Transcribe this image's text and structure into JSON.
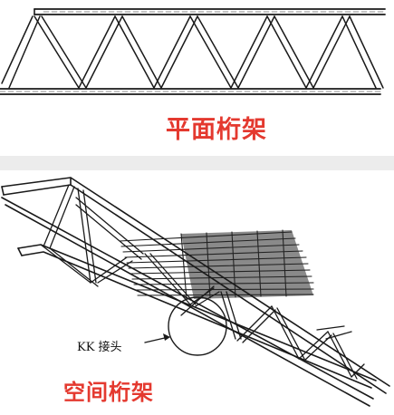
{
  "figures": [
    {
      "caption": "平面桁架"
    },
    {
      "caption": "空间桁架",
      "callout": "KK 接头"
    }
  ],
  "colors": {
    "caption": "#e4392f",
    "line": "#1a1a1a",
    "separator": "#ececec"
  }
}
